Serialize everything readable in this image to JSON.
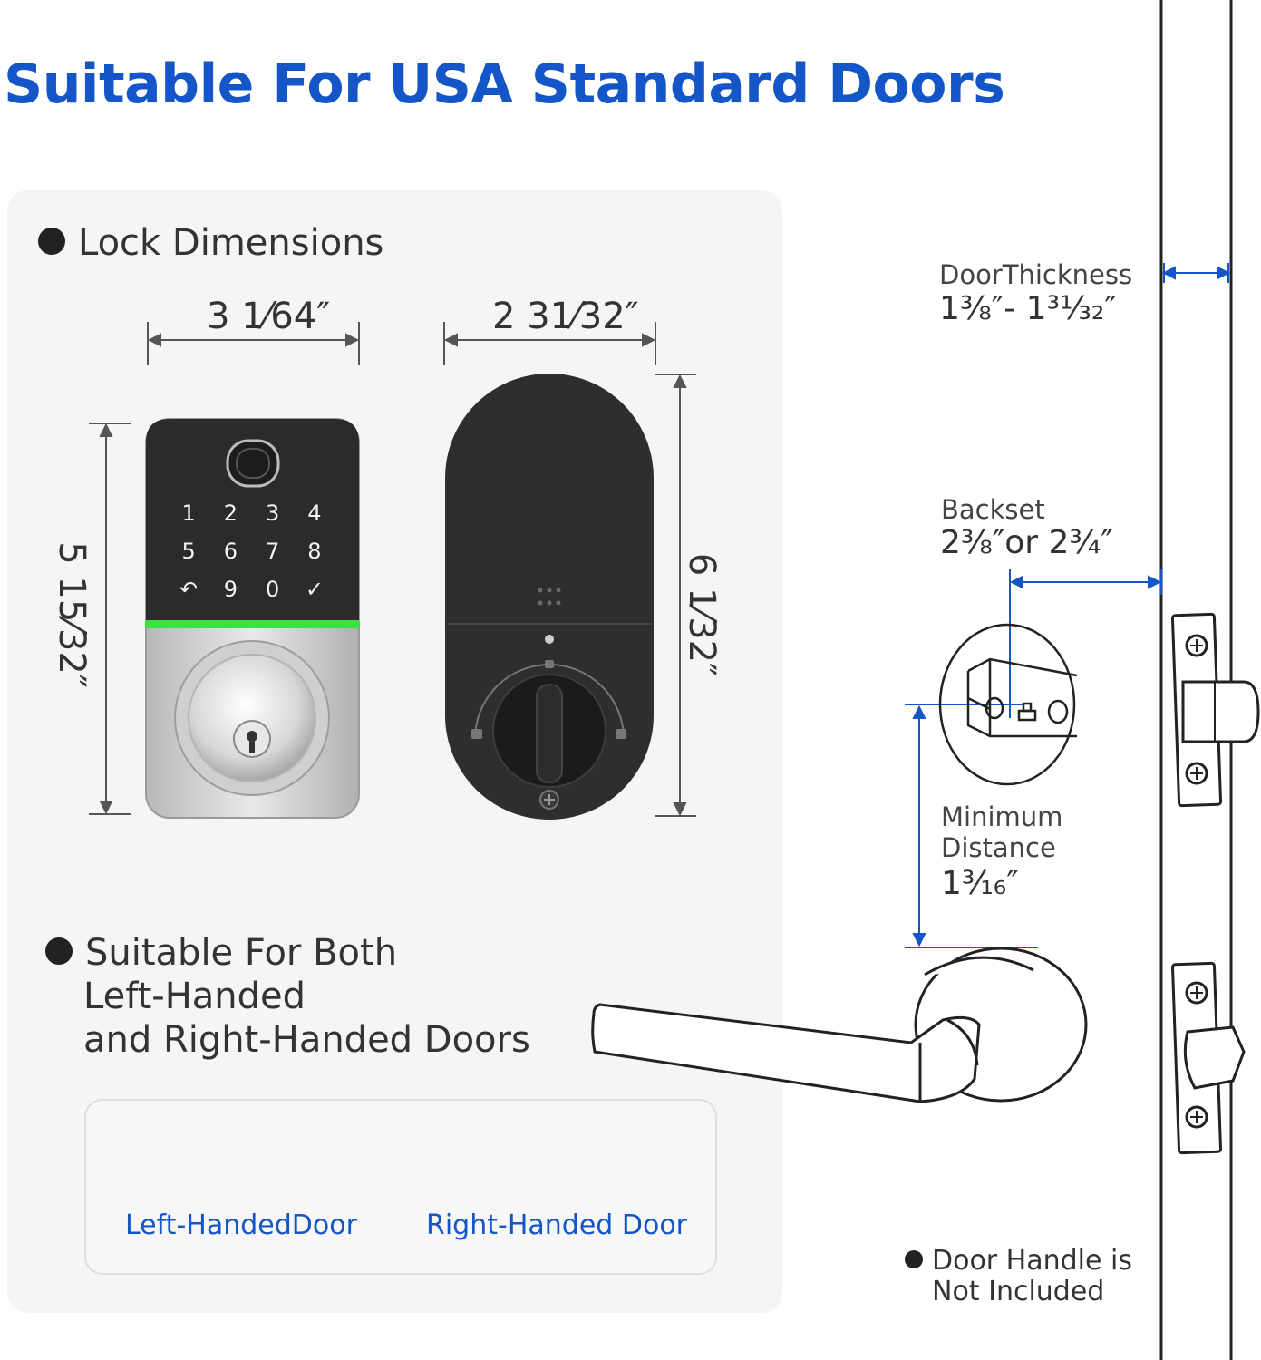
{
  "title": "Suitable For USA Standard Doors",
  "lock_section": {
    "heading": "Lock Dimensions",
    "front_width": "3 1⁄64″",
    "front_height": "5 15⁄32″",
    "back_width": "2 31⁄32″",
    "back_height": "6 1⁄32″",
    "keypad_keys": [
      "1",
      "2",
      "3",
      "4",
      "5",
      "6",
      "7",
      "8",
      "↶",
      "9",
      "0",
      "✓"
    ]
  },
  "handed_section": {
    "heading_lines": [
      "Suitable For Both",
      "Left-Handed",
      "and Right-Handed Doors"
    ],
    "left_label": "Left-HandedDoor",
    "right_label": "Right-Handed Door"
  },
  "door_specs": {
    "thickness_label": "DoorThickness",
    "thickness_value": "1⅜″- 1³¹⁄₃₂″",
    "backset_label": "Backset",
    "backset_value": "2⅜″or 2¾″",
    "min_distance_line1": "Minimum",
    "min_distance_line2": "Distance",
    "min_distance_value": "1³⁄₁₆″"
  },
  "note_lines": [
    "Door Handle is",
    "Not Included"
  ],
  "colors": {
    "accent": "#1456c8",
    "indicator": "#39e23d",
    "lock_body": "#2b2b2b"
  }
}
